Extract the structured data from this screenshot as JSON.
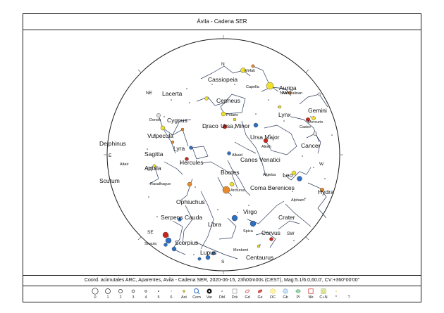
{
  "title": "Ávila - Cadena SER",
  "footer": "Coord. acimutales ARC, Aparentes, Avila - Cadena SER, 2020-06-15, 23h00m00s (CEST), Mag:5.1/6.0,60.0', CV:+360*00'00\"",
  "directions": [
    {
      "name": "N",
      "text": "N"
    },
    {
      "name": "NE",
      "text": "NE"
    },
    {
      "name": "E",
      "text": "E"
    },
    {
      "name": "SE",
      "text": "SE"
    },
    {
      "name": "S",
      "text": "S"
    },
    {
      "name": "SW",
      "text": "SW"
    },
    {
      "name": "W",
      "text": "W"
    },
    {
      "name": "NW",
      "text": "NW"
    }
  ],
  "constellations": [
    "Cassiopeia",
    "Lacerta",
    "Cepheus",
    "Cygnus",
    "Vulpecula",
    "Lyra",
    "Sagitta",
    "Delphinus",
    "Aquila",
    "Hercules",
    "Scutum",
    "Ophiuchus",
    "Serpens Cauda",
    "Scorpius",
    "Lupus",
    "Libra",
    "Centaurus",
    "Corvus",
    "Virgo",
    "Crater",
    "Hydra",
    "Coma Berenices",
    "Bootes",
    "Canes Venatici",
    "Leo",
    "Ursa Major",
    "Ursa Minor",
    "Draco",
    "Lynx",
    "Gemini",
    "Cancer",
    "Auriga"
  ],
  "stars": [
    "Mirfak",
    "Capella",
    "Deneb",
    "Polaris",
    "Castor",
    "Mercurio",
    "Alioth",
    "Alkaid",
    "Algieba",
    "Altair",
    "Rasalhague",
    "Arcturus",
    "Spica",
    "Alphard",
    "Shaula",
    "Menkent",
    "Menkalinan"
  ],
  "legend": [
    {
      "sym": "mag0",
      "label": "0"
    },
    {
      "sym": "mag1",
      "label": "1"
    },
    {
      "sym": "mag2",
      "label": "2"
    },
    {
      "sym": "mag3",
      "label": "3"
    },
    {
      "sym": "mag4",
      "label": "4"
    },
    {
      "sym": "mag5",
      "label": "5"
    },
    {
      "sym": "mag6",
      "label": "6"
    },
    {
      "sym": "asteroid-icon",
      "label": "Ast"
    },
    {
      "sym": "comet-icon",
      "label": "Com"
    },
    {
      "sym": "variable-icon",
      "label": "Var"
    },
    {
      "sym": "double-icon",
      "label": "Dbl"
    },
    {
      "sym": "dark-nebula-icon",
      "label": "Drk"
    },
    {
      "sym": "galaxy-dot-icon",
      "label": "Gd"
    },
    {
      "sym": "galaxy-icon",
      "label": "Gx"
    },
    {
      "sym": "open-cluster-icon",
      "label": "OC"
    },
    {
      "sym": "globular-icon",
      "label": "Gb"
    },
    {
      "sym": "planetary-icon",
      "label": "Pl"
    },
    {
      "sym": "nebula-icon",
      "label": "Nb"
    },
    {
      "sym": "cluster-nebula-icon",
      "label": "C+N"
    },
    {
      "sym": "star-icon",
      "label": "*"
    },
    {
      "sym": "unknown-icon",
      "label": "?"
    }
  ],
  "colors": {
    "frame": "#1a1a1a",
    "star_blue": "#2f6fc2",
    "star_red": "#c8271d",
    "star_orange": "#e68a2e",
    "star_yellow": "#f1e02c",
    "star_white": "#dddddd",
    "constellation_line": "#2a3a5a"
  }
}
